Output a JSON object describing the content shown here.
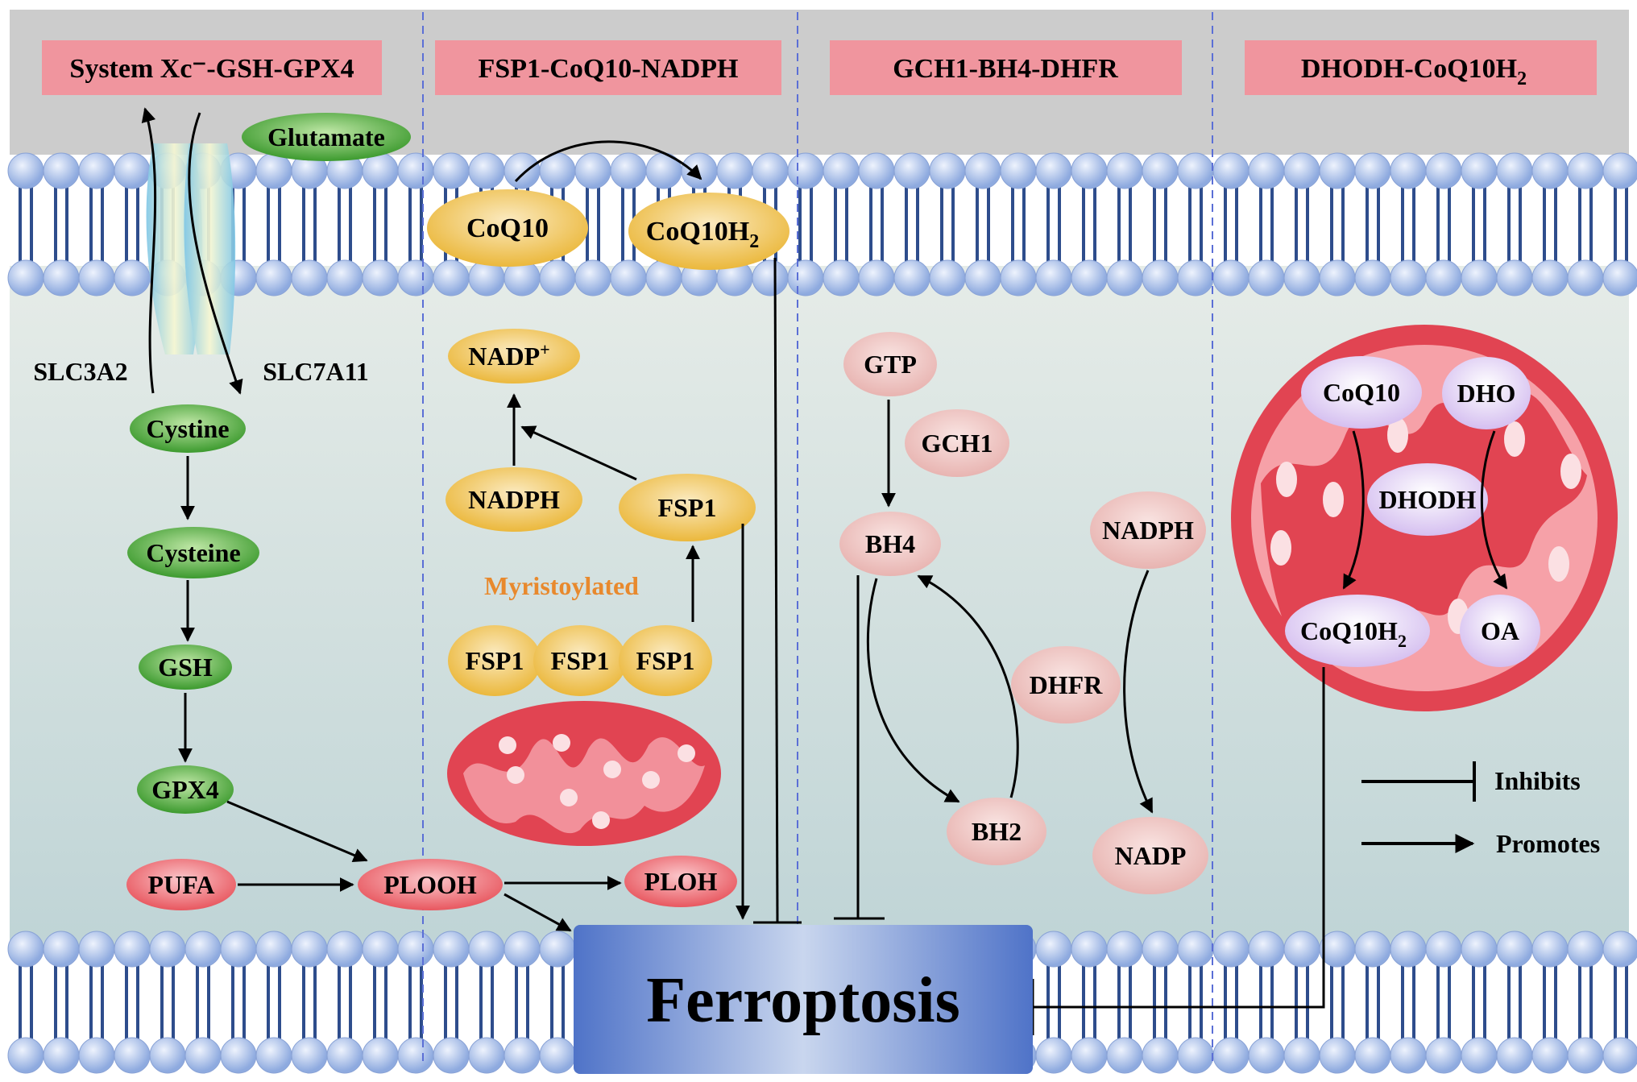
{
  "colors": {
    "bg_top": "#cccccc",
    "bg_cyto_top": "#e6ece8",
    "bg_cyto_bottom": "#bfd4d6",
    "header_fill": "#f0959e",
    "lipid_head": "#9db5e3",
    "lipid_tail": "#2e4d8c",
    "green_node": "#3c9a2e",
    "red_node": "#e8575f",
    "gold_node": "#ebb83c",
    "pink_node": "#ecbcb9",
    "lavender_node": "#dcc8f2",
    "mito_red": "#e14452",
    "orange_text": "#e8892d",
    "ferroptosis_box": "#5577cc"
  },
  "sections": {
    "system_xc": "System Xc⁻-GSH-GPX4",
    "fsp1": "FSP1-CoQ10-NADPH",
    "gch1": "GCH1-BH4-DHFR",
    "dhodh_main": "DHODH-CoQ10H",
    "dhodh_sub": "2"
  },
  "system_xc": {
    "glutamate": "Glutamate",
    "slc3a2": "SLC3A2",
    "slc7a11": "SLC7A11",
    "cystine": "Cystine",
    "cysteine": "Cysteine",
    "gsh": "GSH",
    "gpx4": "GPX4",
    "pufa": "PUFA",
    "plooh": "PLOOH",
    "ploh": "PLOH"
  },
  "fsp1_axis": {
    "coq10": "CoQ10",
    "coq10h2_main": "CoQ10H",
    "coq10h2_sub": "2",
    "nadp_main": "NADP",
    "nadp_sup": "+",
    "nadph": "NADPH",
    "fsp1": "FSP1",
    "myristoylated": "Myristoylated",
    "fsp1_chain": [
      "FSP1",
      "FSP1",
      "FSP1"
    ]
  },
  "gch1_axis": {
    "gtp": "GTP",
    "gch1": "GCH1",
    "bh4": "BH4",
    "nadph": "NADPH",
    "dhfr": "DHFR",
    "bh2": "BH2",
    "nadp": "NADP"
  },
  "dhodh_axis": {
    "coq10": "CoQ10",
    "dho": "DHO",
    "dhodh": "DHODH",
    "coq10h2_main": "CoQ10H",
    "coq10h2_sub": "2",
    "oa": "OA"
  },
  "center": {
    "ferroptosis": "Ferroptosis"
  },
  "legend": {
    "inhibits": "Inhibits",
    "promotes": "Promotes"
  }
}
